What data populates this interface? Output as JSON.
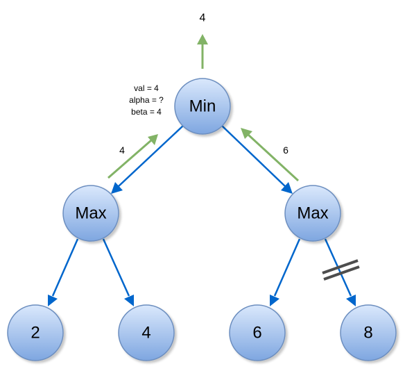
{
  "colors": {
    "node_fill_light": "#dae8fc",
    "node_fill_dark": "#7ea6e0",
    "node_stroke": "#6c8ebf",
    "tree_edge": "#0066cc",
    "return_arrow": "#82b366",
    "prune_mark": "#4d4d4d"
  },
  "root_result": {
    "value": "4"
  },
  "nodes": {
    "root": {
      "label": "Min"
    },
    "left_max": {
      "label": "Max"
    },
    "right_max": {
      "label": "Max"
    },
    "leaf_1": {
      "label": "2"
    },
    "leaf_2": {
      "label": "4"
    },
    "leaf_3": {
      "label": "6"
    },
    "leaf_4": {
      "label": "8"
    }
  },
  "root_annotation": {
    "line1": "val = 4",
    "line2": "alpha = ?",
    "line3": "beta = 4"
  },
  "return_values": {
    "left": "4",
    "right": "6"
  },
  "pruned_edge": "right_max-leaf_4"
}
